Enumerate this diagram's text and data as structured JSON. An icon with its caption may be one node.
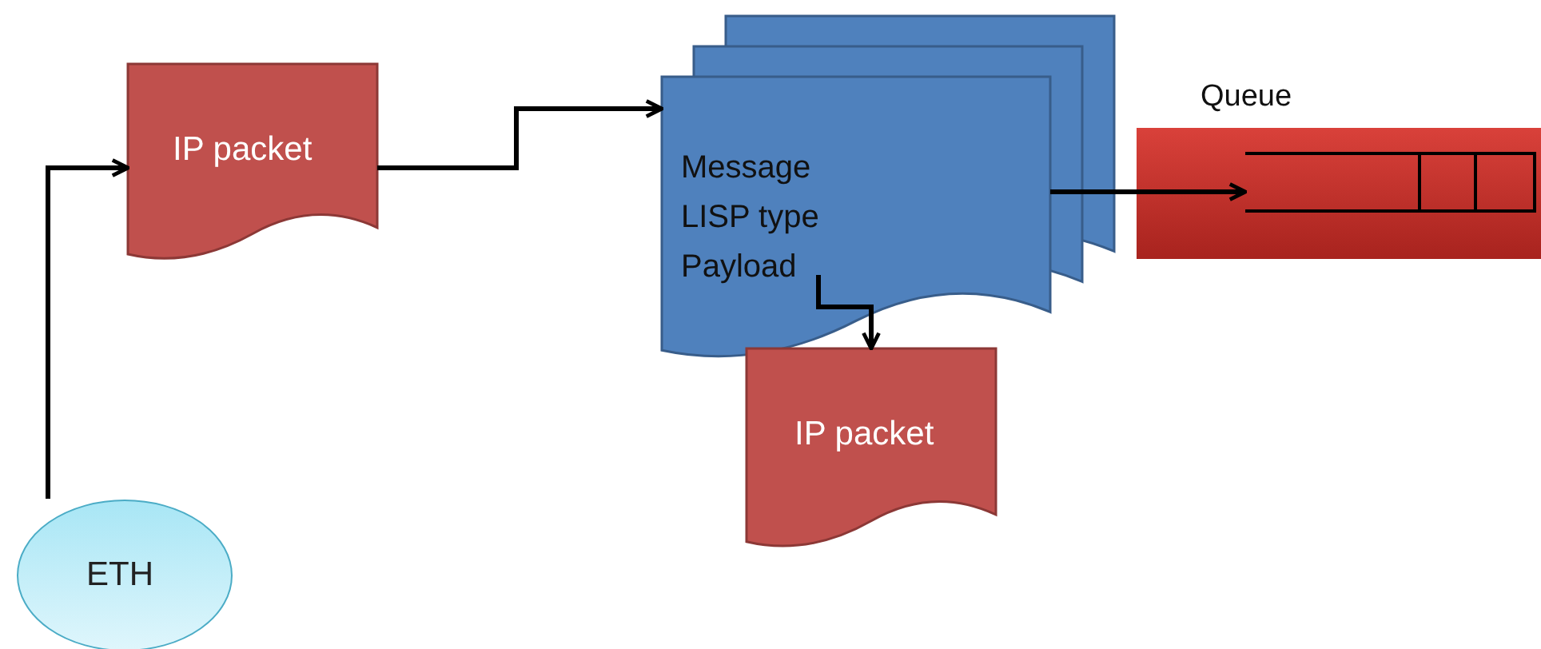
{
  "diagram": {
    "nodes": [
      {
        "text": [
          "IP packet"
        ]
      },
      {
        "text": [
          "ETH"
        ]
      },
      {
        "text": [
          "Message LISP type Payload"
        ]
      },
      {
        "text": [
          "IP packet"
        ]
      },
      {
        "text": [],
        "beside": [
          "Queue"
        ],
        "shape": "bar"
      },
      {
        "text": [],
        "shape": "box",
        "in": 4
      }
    ],
    "edges": [
      {
        "from": 1,
        "to": 0,
        "arrow": "to"
      },
      {
        "from": 0,
        "to": 2,
        "arrow": "to"
      },
      {
        "from": 2,
        "to": 5,
        "arrow": "to"
      },
      {
        "from": 2,
        "to": 3,
        "arrow": "to"
      }
    ]
  }
}
